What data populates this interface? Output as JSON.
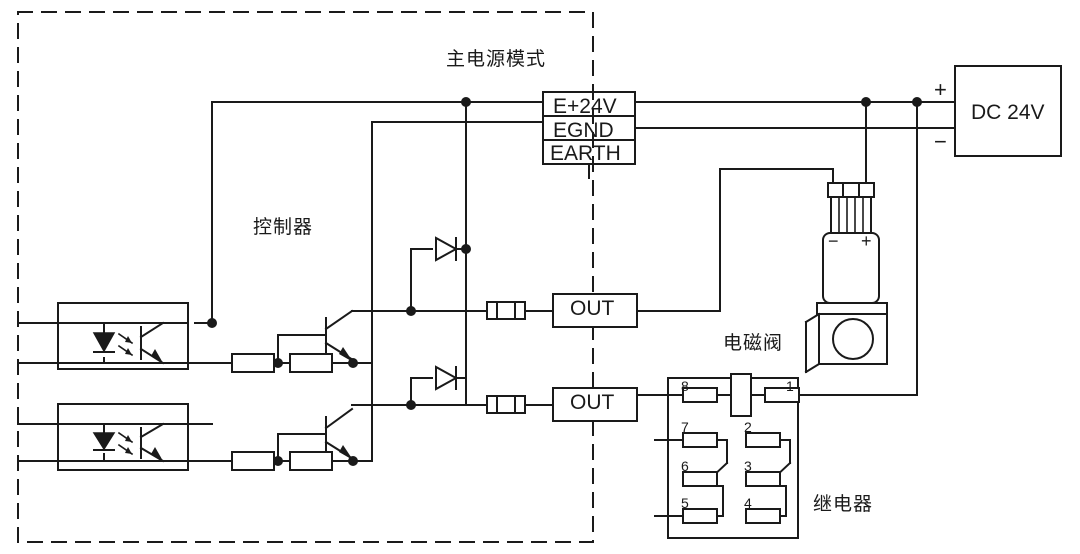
{
  "diagram": {
    "title_label": "主电源模式",
    "controller_label": "控制器",
    "solenoid_label": "电磁阀",
    "relay_label": "继电器",
    "power_supply_label": "DC 24V",
    "power_supply_plus": "+",
    "power_supply_minus": "−",
    "solenoid_minus": "−",
    "solenoid_plus": "+",
    "terminal_block": {
      "rows": [
        {
          "label": "E+24V"
        },
        {
          "label": "EGND"
        },
        {
          "label": "EARTH"
        }
      ]
    },
    "outputs": [
      {
        "label": "OUT"
      },
      {
        "label": "OUT"
      }
    ],
    "relay_pins": [
      {
        "number": "8"
      },
      {
        "number": "1"
      },
      {
        "number": "7"
      },
      {
        "number": "2"
      },
      {
        "number": "6"
      },
      {
        "number": "3"
      },
      {
        "number": "5"
      },
      {
        "number": "4"
      }
    ],
    "colors": {
      "line": "#1a1a1a",
      "background": "#ffffff",
      "text": "#1a1a1a"
    }
  }
}
